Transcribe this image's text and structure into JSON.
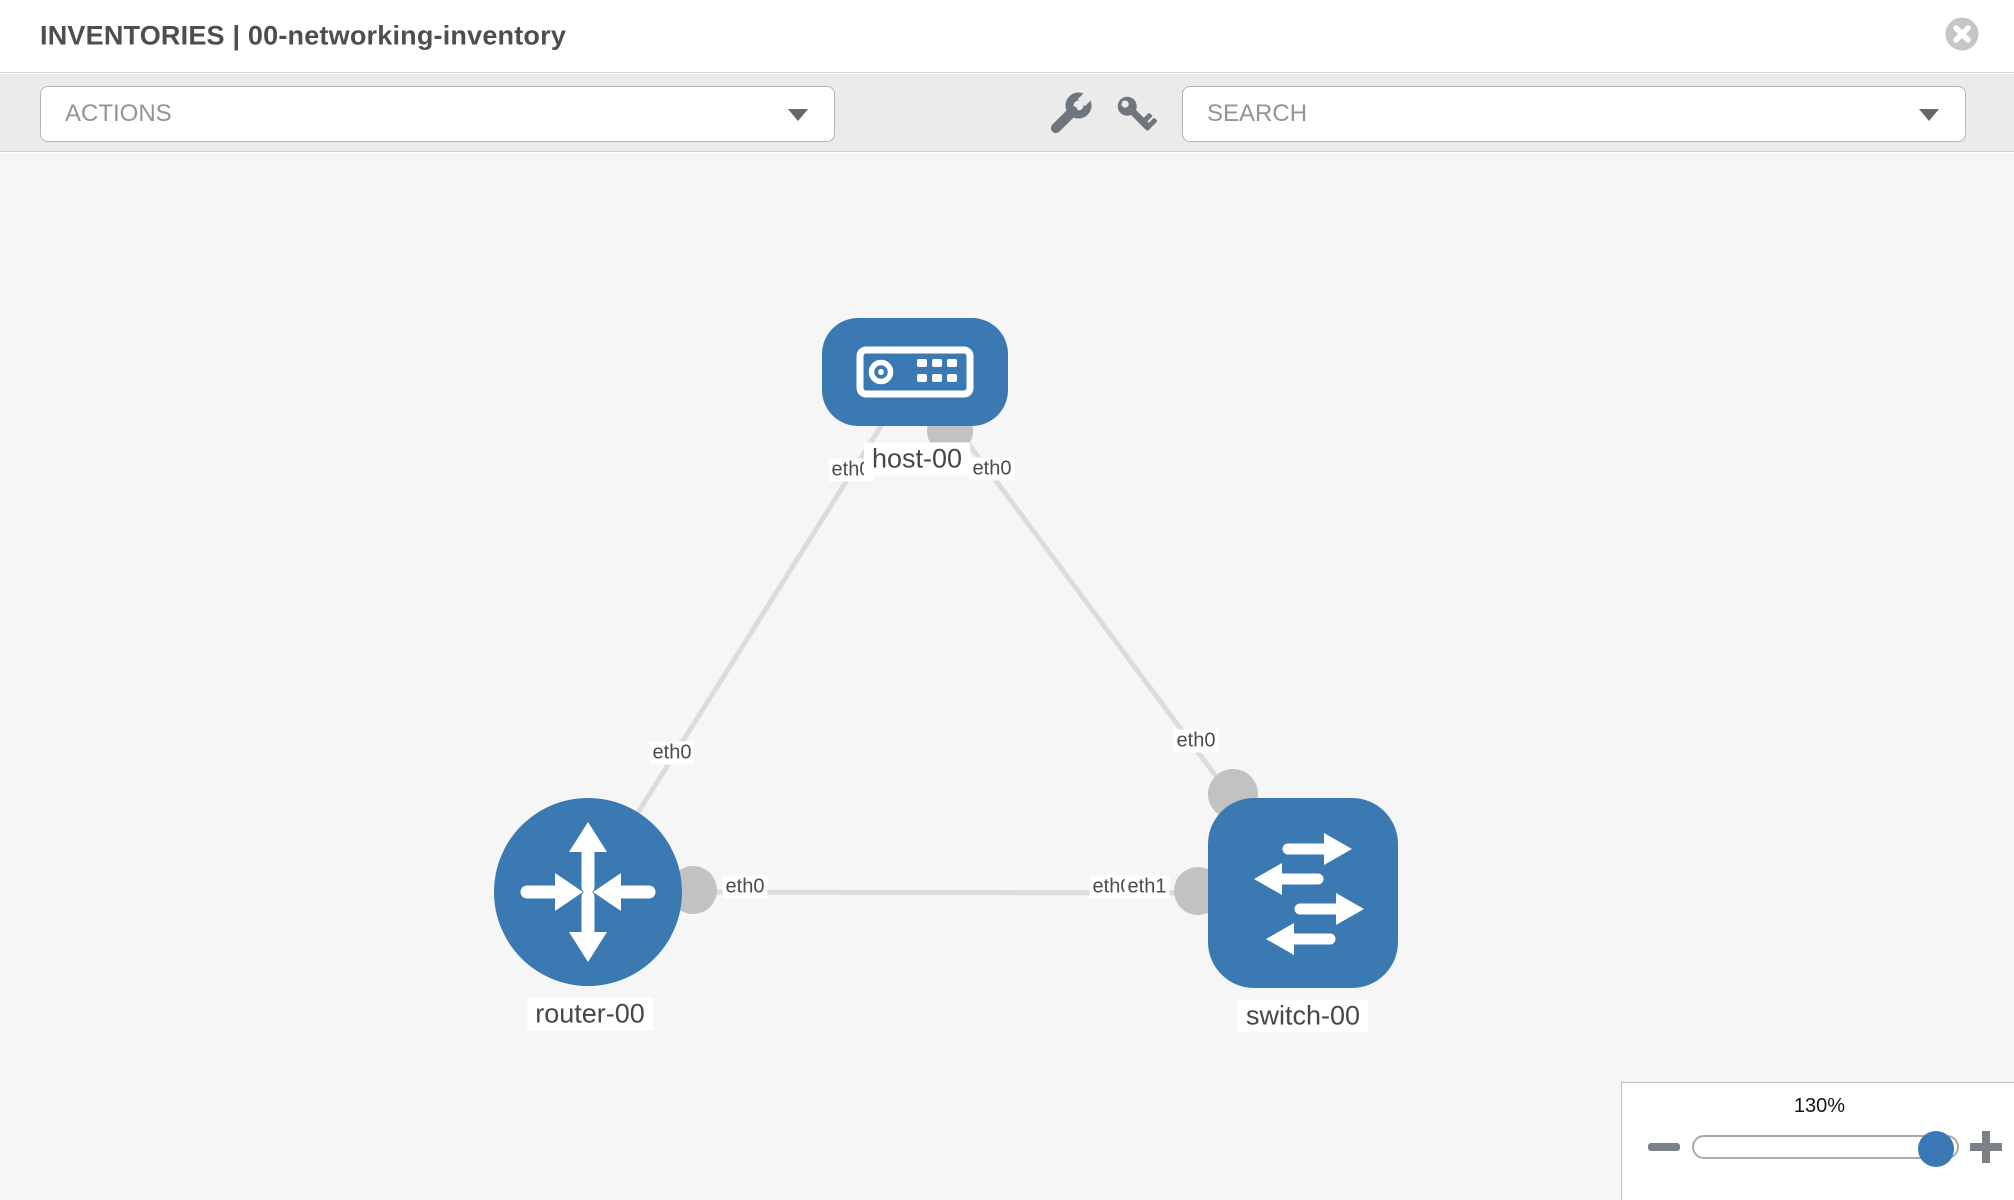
{
  "header": {
    "title": "INVENTORIES | 00-networking-inventory"
  },
  "toolbar": {
    "actions_label": "ACTIONS",
    "search_label": "SEARCH"
  },
  "topology": {
    "nodes": [
      {
        "label": "host-00",
        "type": "host"
      },
      {
        "label": "router-00",
        "type": "router"
      },
      {
        "label": "switch-00",
        "type": "switch"
      }
    ],
    "links": [
      {
        "from": "host-00",
        "to": "router-00",
        "from_interface": "eth0",
        "to_interface": "eth0"
      },
      {
        "from": "host-00",
        "to": "switch-00",
        "from_interface": "eth0",
        "to_interface": "eth0"
      },
      {
        "from": "router-00",
        "to": "switch-00",
        "from_interface": "eth0",
        "to_interface": "eth1"
      }
    ],
    "interface_labels": [
      {
        "text": "eth0"
      },
      {
        "text": "eth0"
      },
      {
        "text": "eth0"
      },
      {
        "text": "eth0"
      },
      {
        "text": "eth0"
      },
      {
        "text": "eth0"
      },
      {
        "text": "eth1"
      }
    ]
  },
  "zoom": {
    "value": "130%"
  },
  "colors": {
    "node_blue": "#3B79B3",
    "link_gray": "#DCDCDC",
    "interface_gray": "#C2C2C2",
    "icon_gray": "#6E757C",
    "thumb_blue": "#3878B4"
  }
}
